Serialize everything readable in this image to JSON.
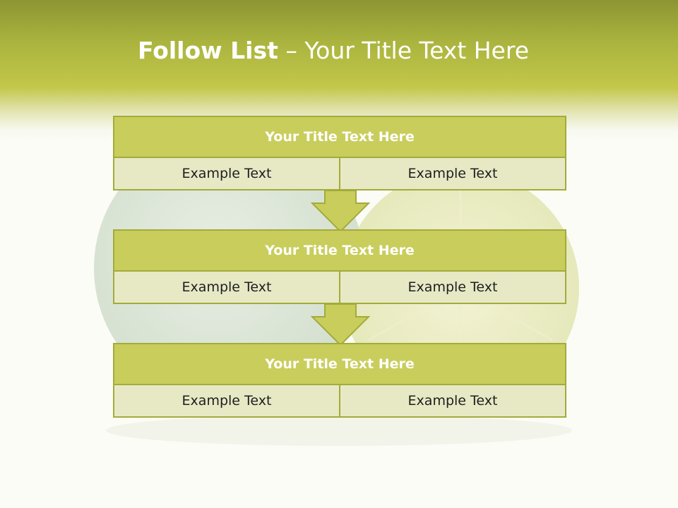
{
  "header": {
    "title_bold": "Follow List",
    "title_rest": "– Your Title Text Here"
  },
  "blocks": [
    {
      "title": "Your Title Text Here",
      "left": "Example Text",
      "right": "Example Text"
    },
    {
      "title": "Your Title Text Here",
      "left": "Example Text",
      "right": "Example Text"
    },
    {
      "title": "Your Title Text Here",
      "left": "Example Text",
      "right": "Example Text"
    }
  ],
  "colors": {
    "accent": "#c9cd5c",
    "border": "#a3ab3a",
    "cell_fill": "#e7e9c5",
    "header_top": "#8c9532"
  }
}
